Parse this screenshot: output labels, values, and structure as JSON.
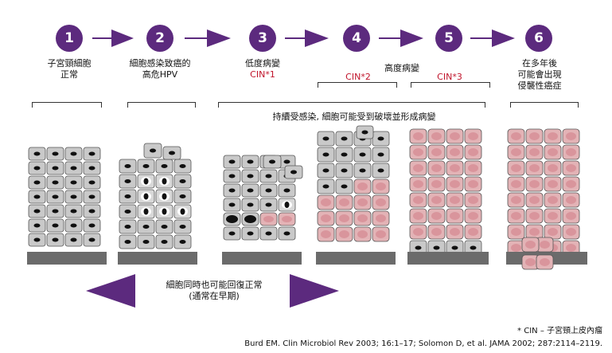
{
  "steps": [
    "1",
    "2",
    "3",
    "4",
    "5",
    "6"
  ],
  "labels": {
    "s1_line1": "子宮頸細胞",
    "s1_line2": "正常",
    "s2_line1": "細胞感染致癌的",
    "s2_line2": "高危HPV",
    "s3_line1": "低度病變",
    "s3_cin": "CIN*1",
    "s45_title": "高度病變",
    "s4_cin": "CIN*2",
    "s5_cin": "CIN*3",
    "s6_line1": "在多年後",
    "s6_line2": "可能會出現",
    "s6_line3": "侵襲性癌症",
    "persist": "持續受感染, 細胞可能受到破壞並形成病變",
    "regress_line1": "細胞同時也可能回復正常",
    "regress_line2": "(通常在早期)"
  },
  "footer": {
    "note": "* CIN – 子宮頸上皮內瘤",
    "refs": "Burd EM. Clin Microbiol Rev 2003; 16:1–17; Solomon D, et al. JAMA 2002; 287:2114–2119."
  },
  "colors": {
    "purple": "#5c2a7e",
    "red": "#c0142b",
    "normal_cell": "#c9c9c9",
    "abnormal_cell": "#e3b3b6",
    "basement": "#6b6b6b"
  }
}
